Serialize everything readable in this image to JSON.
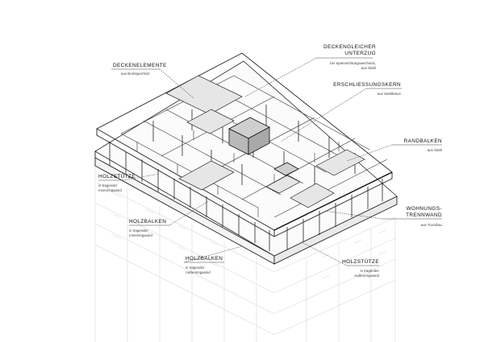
{
  "diagram": {
    "labels": {
      "deckenelemente": {
        "title": "DECKENELEMENTE",
        "sub": "aus Brettsperrholz"
      },
      "unterzug": {
        "title1": "DECKENGLEICHER",
        "title2": "UNTERZUG",
        "sub1": "bei Spannrichtungswechsels,",
        "sub2": "aus Stahl"
      },
      "erschliessung": {
        "title": "ERSCHLIESSUNGSKERN",
        "sub": "aus Stahlbeton"
      },
      "randbalken": {
        "title": "RANDBALKEN",
        "sub": "aus Stahl"
      },
      "holzstuetze_innen": {
        "title": "HOLZSTÜTZE",
        "sub1": "in tragender",
        "sub2": "Innenringwand"
      },
      "holzbalken_innen": {
        "title": "HOLZBALKEN",
        "sub1": "in tragender",
        "sub2": "Innenringwand"
      },
      "wohnungstrennwand": {
        "title1": "WOHNUNGS-",
        "title2": "TRENNWAND",
        "sub": "aus Trockbau"
      },
      "holzbalken_aussen": {
        "title": "HOLZBALKEN",
        "sub1": "in tragender",
        "sub2": "Außenringwand"
      },
      "holzstuetze_aussen": {
        "title": "HOLZSTÜTZE",
        "sub1": "in tragender",
        "sub2": "Außenringwand"
      }
    }
  }
}
